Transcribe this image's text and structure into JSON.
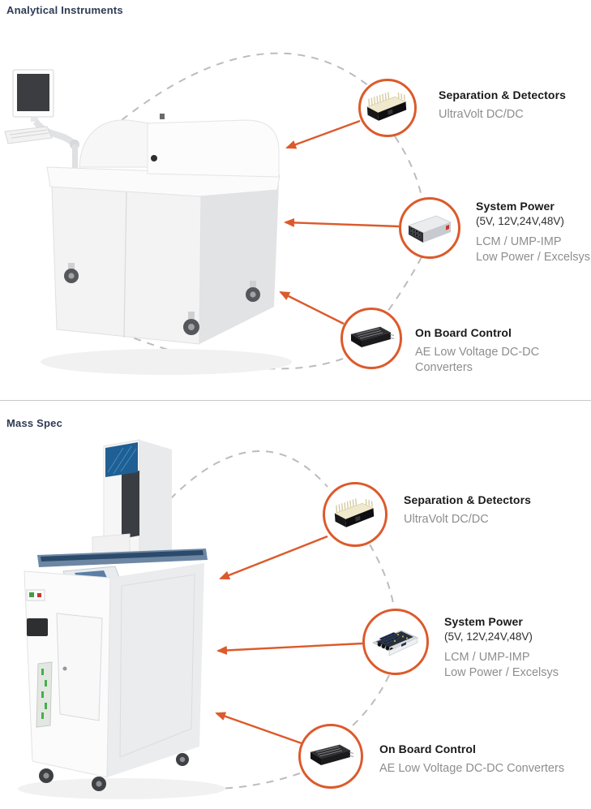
{
  "colors": {
    "accent_orange": "#DC5A2B",
    "title_navy": "#2E3A55",
    "heading_black": "#1A1A1A",
    "subtext_gray": "#8E8E8E",
    "dashed_line_gray": "#BCBCBC",
    "divider_gray": "#C9C9C9"
  },
  "sections": [
    {
      "title": "Analytical Instruments",
      "instrument": "analytical-instrument-with-monitor-workstation",
      "callouts": [
        {
          "product": "ultravolt-dc-dc-module",
          "heading": "Separation & Detectors",
          "line1": "UltraVolt DC/DC"
        },
        {
          "product": "enclosed-system-power-supply",
          "heading": "System Power",
          "paren": "(5V, 12V,24V,48V)",
          "line1": "LCM / UMP-IMP",
          "line2": "Low Power / Excelsys"
        },
        {
          "product": "ae-low-voltage-dc-dc-module",
          "heading": "On Board Control",
          "line1": "AE Low Voltage DC-DC Converters"
        }
      ]
    },
    {
      "title": "Mass Spec",
      "instrument": "mass-spectrometer-cabinet",
      "callouts": [
        {
          "product": "ultravolt-dc-dc-module",
          "heading": "Separation & Detectors",
          "line1": "UltraVolt DC/DC"
        },
        {
          "product": "open-frame-system-power-supply",
          "heading": "System Power",
          "paren": "(5V, 12V,24V,48V)",
          "line1": "LCM / UMP-IMP",
          "line2": "Low Power / Excelsys"
        },
        {
          "product": "ae-low-voltage-dc-dc-module",
          "heading": "On Board Control",
          "line1": "AE Low Voltage DC-DC Converters"
        }
      ]
    }
  ]
}
